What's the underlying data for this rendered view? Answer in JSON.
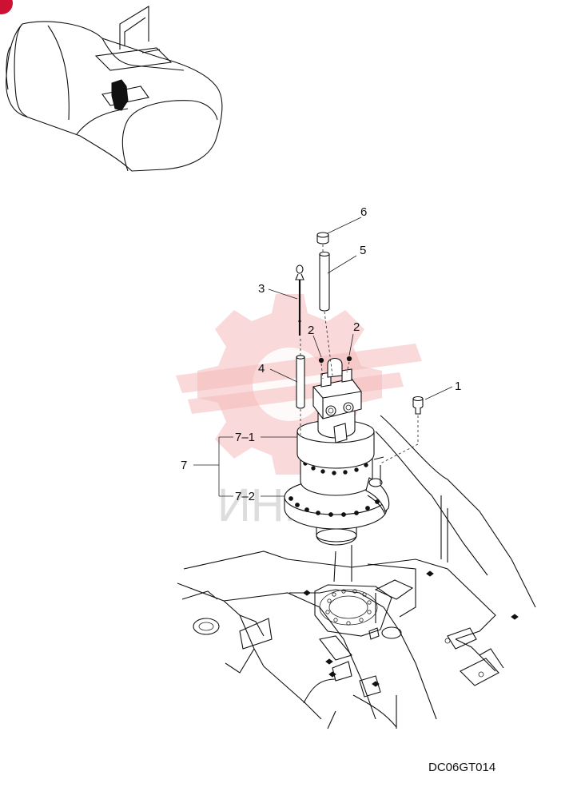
{
  "callouts": {
    "c1": "1",
    "c2a": "2",
    "c2b": "2",
    "c3": "3",
    "c4": "4",
    "c5": "5",
    "c6": "6",
    "c7": "7",
    "c7_1": "7–1",
    "c7_2": "7–2"
  },
  "drawing_number": "DC06GT014",
  "watermark": {
    "text": "ИНГУ",
    "color": "#f4b9b9"
  },
  "colors": {
    "line": "#111111",
    "badge": "#cc1133"
  }
}
